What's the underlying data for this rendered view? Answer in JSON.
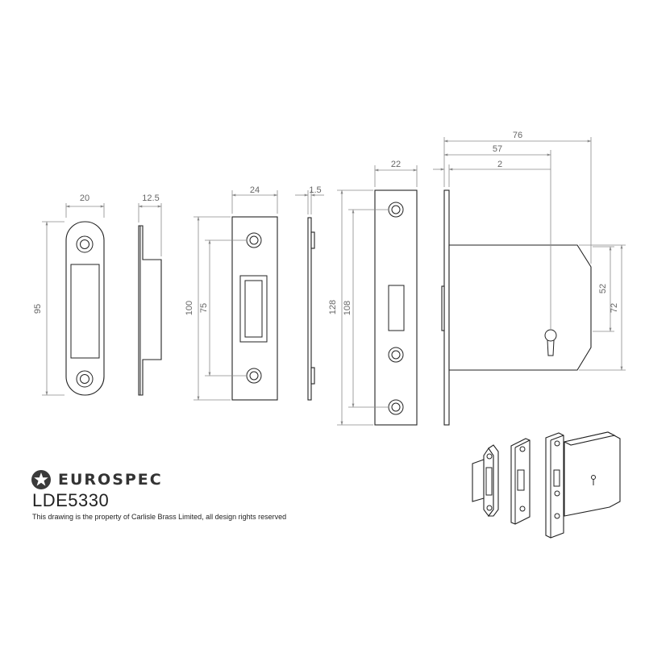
{
  "brand": {
    "name": "EUROSPEC",
    "logo_icon": "star-badge-icon"
  },
  "model": "LDE5330",
  "notice": "This drawing is the property of Carlisle Brass Limited, all design rights reserved",
  "dimensions": {
    "strike_width": "20",
    "strike_height": "95",
    "strike_side_depth": "12.5",
    "keep_width": "24",
    "keep_height": "100",
    "keep_hole_centres": "75",
    "keep_side_thickness": "1.5",
    "forend_width": "22",
    "forend_height": "128",
    "forend_hole_centres": "108",
    "lock_overall_depth": "76",
    "lock_backset": "57",
    "forend_thickness": "2",
    "case_height_inner": "52",
    "case_height": "72"
  },
  "colors": {
    "line": "#222222",
    "dimension": "#8a8a8a"
  }
}
